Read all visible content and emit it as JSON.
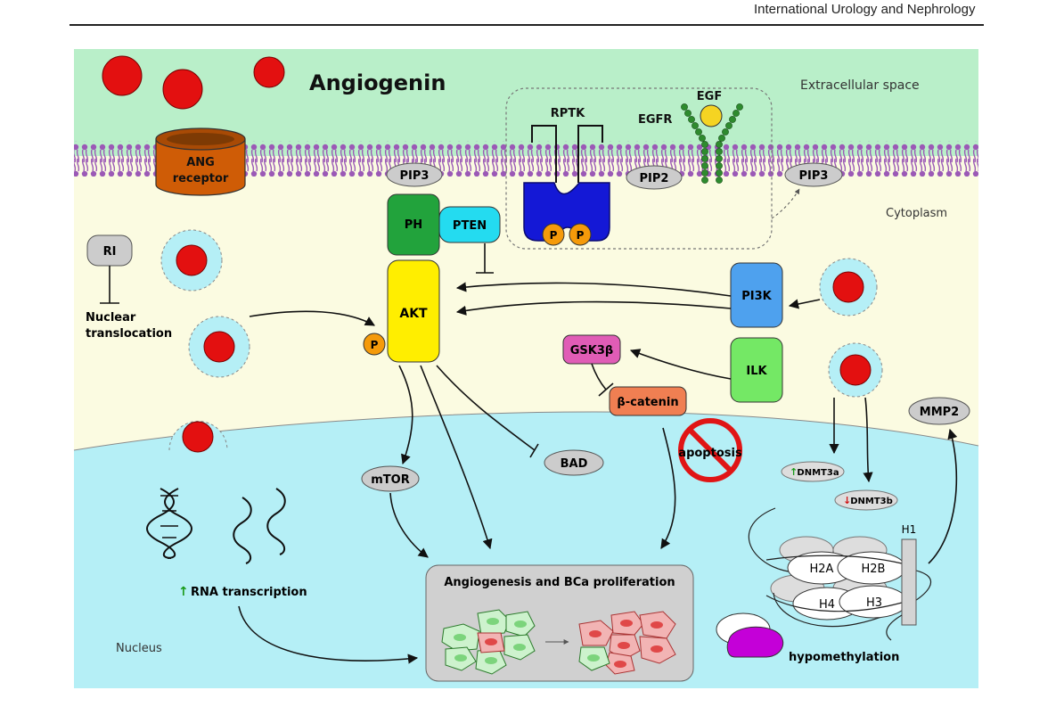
{
  "header": {
    "journal": "International Urology and Nephrology"
  },
  "regions": {
    "extracellular": "Extracellular space",
    "cytoplasm": "Cytoplasm",
    "nucleus": "Nucleus"
  },
  "labels": {
    "title": "Angiogenin",
    "ang_receptor_line1": "ANG",
    "ang_receptor_line2": "receptor",
    "rptk": "RPTK",
    "egfr": "EGFR",
    "egf": "EGF",
    "pip3": "PIP3",
    "pip2": "PIP2",
    "pip3_right": "PIP3",
    "ph": "PH",
    "pten": "PTEN",
    "akt": "AKT",
    "p": "P",
    "ri": "RI",
    "nuclear_line1": "Nuclear",
    "nuclear_line2": "translocation",
    "pi3k": "PI3K",
    "ilk": "ILK",
    "gsk3b": "GSK3β",
    "bcatenin": "β-catenin",
    "apoptosis": "apoptosis",
    "bad": "BAD",
    "mtor": "mTOR",
    "mmp2": "MMP2",
    "dnmt3a": "DNMT3a",
    "dnmt3b": "DNMT3b",
    "arrow_up": "↑",
    "arrow_down": "↓",
    "h1": "H1",
    "h2a": "H2A",
    "h2b": "H2B",
    "h3": "H3",
    "h4": "H4",
    "hypomethylation": "hypomethylation",
    "rna": "RNA transcription",
    "angio": "Angiogenesis and BCa proliferation"
  },
  "colors": {
    "extracellular": "#b9efc9",
    "cytoplasm": "#fbfbe1",
    "nucleus": "#b5eff6",
    "membrane": "#9b59b6",
    "angiogenin": "#e31010",
    "akt": "#ffee00",
    "ph": "#22a33c",
    "pten": "#24dbf0",
    "pi3k": "#4ea1ee",
    "ilk": "#74e865",
    "gsk3b": "#e05cb6",
    "bcatenin": "#f07f52",
    "phospho": "#f59a0a",
    "receptor": "#cf5c06",
    "rptk": "#1418d6"
  }
}
